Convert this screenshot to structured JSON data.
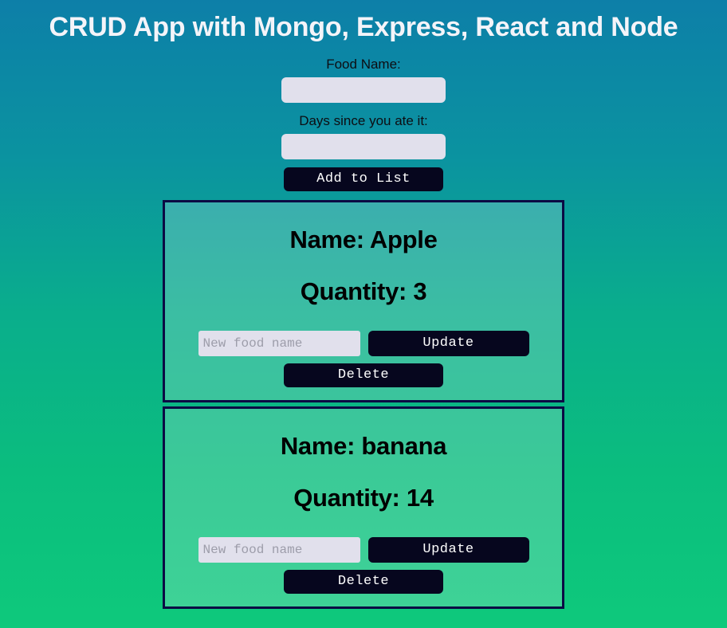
{
  "header": {
    "title": "CRUD App with Mongo, Express, React and Node"
  },
  "create_form": {
    "name_label": "Food Name:",
    "name_value": "",
    "name_placeholder": "",
    "days_label": "Days since you ate it:",
    "days_value": "",
    "days_placeholder": "",
    "submit_label": "Add to List"
  },
  "card_labels": {
    "update_button": "Update",
    "delete_button": "Delete",
    "update_placeholder": "New food name",
    "update_value": ""
  },
  "foods": [
    {
      "name_line": "Name: Apple",
      "quantity_line": "Quantity: 3",
      "name": "Apple",
      "quantity": "3"
    },
    {
      "name_line": "Name: banana",
      "quantity_line": "Quantity: 14",
      "name": "banana",
      "quantity": "14"
    }
  ],
  "colors": {
    "gradient_top": "#0d7fa8",
    "gradient_bottom": "#0ec97c",
    "card_border": "#0b0b44",
    "button_bg": "#06061e",
    "input_bg": "#e1e0ec",
    "title_color": "#f4f4f9"
  }
}
